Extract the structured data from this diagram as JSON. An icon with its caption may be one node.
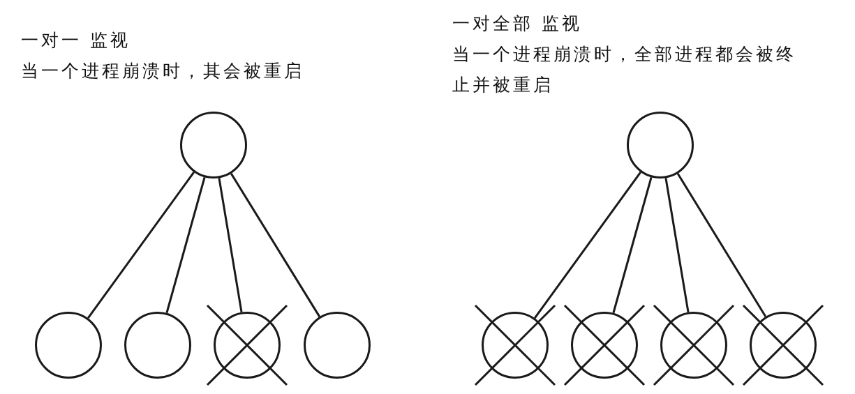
{
  "diagram": {
    "nodes": [
      {
        "text": [],
        "shape": "circle"
      },
      {
        "text": [],
        "shape": "circle"
      },
      {
        "text": [],
        "shape": "circle"
      },
      {
        "text": [],
        "shape": "crossed-circle"
      },
      {
        "text": [],
        "shape": "circle"
      },
      {
        "text": [],
        "shape": "circle"
      },
      {
        "text": [],
        "shape": "crossed-circle"
      },
      {
        "text": [],
        "shape": "crossed-circle"
      },
      {
        "text": [],
        "shape": "crossed-circle"
      },
      {
        "text": [],
        "shape": "crossed-circle"
      }
    ],
    "edges": [
      {
        "from": 0,
        "to": 1,
        "arrow": "none"
      },
      {
        "from": 0,
        "to": 2,
        "arrow": "none"
      },
      {
        "from": 0,
        "to": 3,
        "arrow": "none"
      },
      {
        "from": 0,
        "to": 4,
        "arrow": "none"
      },
      {
        "from": 5,
        "to": 6,
        "arrow": "none"
      },
      {
        "from": 5,
        "to": 7,
        "arrow": "none"
      },
      {
        "from": 5,
        "to": 8,
        "arrow": "none"
      },
      {
        "from": 5,
        "to": 9,
        "arrow": "none"
      }
    ],
    "labels": [
      "一对一 监视",
      "当一个进程崩溃时，其会被重启",
      "一对全部 监视",
      "当一个进程崩溃时，全部进程都会被终止并被重启"
    ]
  }
}
